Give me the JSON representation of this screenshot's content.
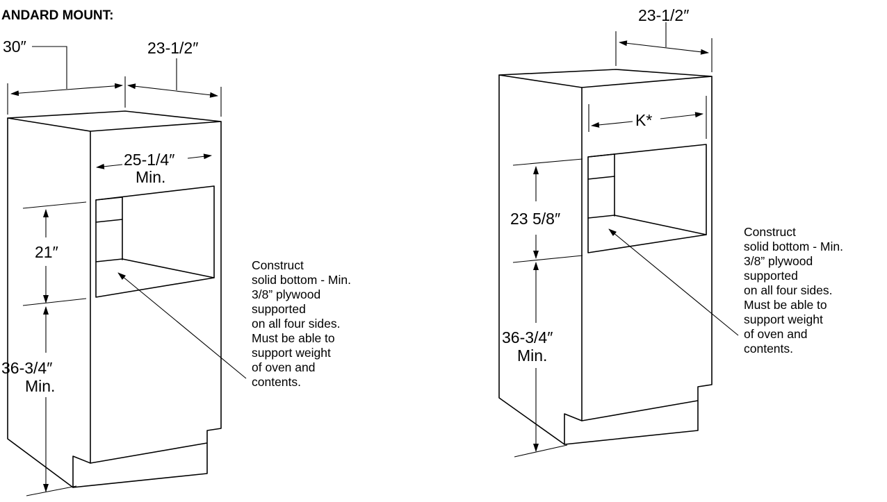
{
  "heading": "ANDARD MOUNT:",
  "left": {
    "dims": {
      "width_total": "30″",
      "depth": "23-1/2″",
      "opening_width": "25-1/4″",
      "opening_width_min": "Min.",
      "opening_height": "21″",
      "bottom_height": "36-3/4″",
      "bottom_height_min": "Min."
    },
    "note": [
      "Construct",
      "solid bottom - Min.",
      "3/8” plywood",
      "supported",
      "on all four sides.",
      "Must be able to",
      "support weight",
      "of oven and",
      "contents."
    ]
  },
  "right": {
    "dims": {
      "depth": "23-1/2″",
      "opening_width": "K*",
      "opening_height": "23 5/8″",
      "bottom_height": "36-3/4″",
      "bottom_height_min": "Min."
    },
    "note": [
      "Construct",
      "solid bottom - Min.",
      "3/8” plywood",
      "supported",
      "on all four sides.",
      "Must be able to",
      "support weight",
      "of oven and",
      "contents."
    ]
  }
}
